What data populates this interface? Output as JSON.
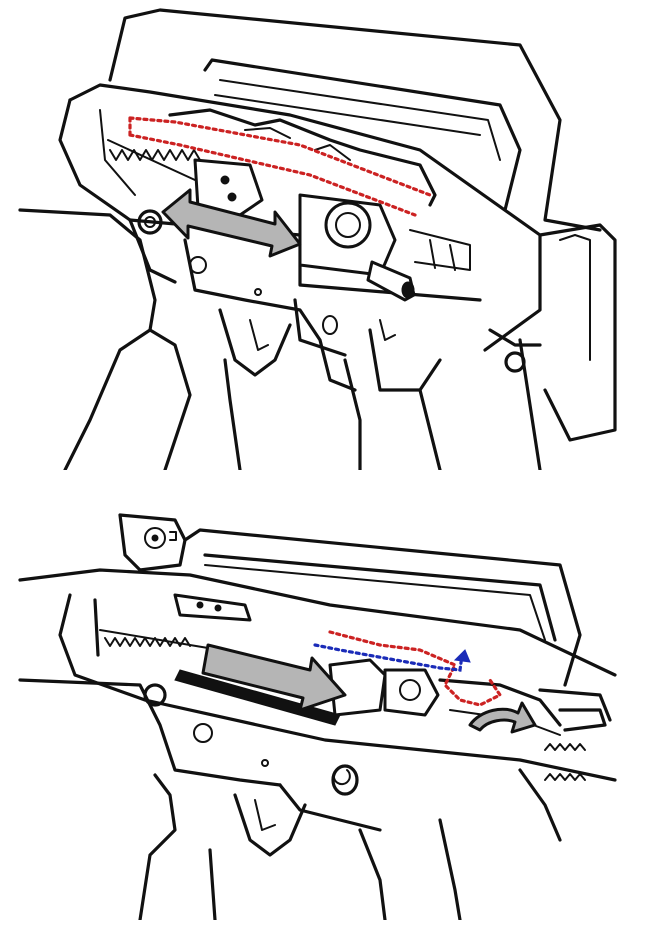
{
  "figure": {
    "panels": [
      {
        "id": "top",
        "arrow_direction": "rearward",
        "path_colors": [
          "red"
        ]
      },
      {
        "id": "bottom",
        "arrow_direction": "forward",
        "path_colors": [
          "red",
          "blue"
        ]
      }
    ]
  },
  "colors": {
    "line_art": "#111111",
    "red_path": "#cc2222",
    "blue_path": "#1a2bb8",
    "arrow_fill": "#b5b5b5",
    "background": "#ffffff"
  },
  "icons": {
    "top_arrow": "double-headed-arrow",
    "bottom_arrow": "right-arrow",
    "bottom_rotation": "curved-rotation-arrow"
  }
}
